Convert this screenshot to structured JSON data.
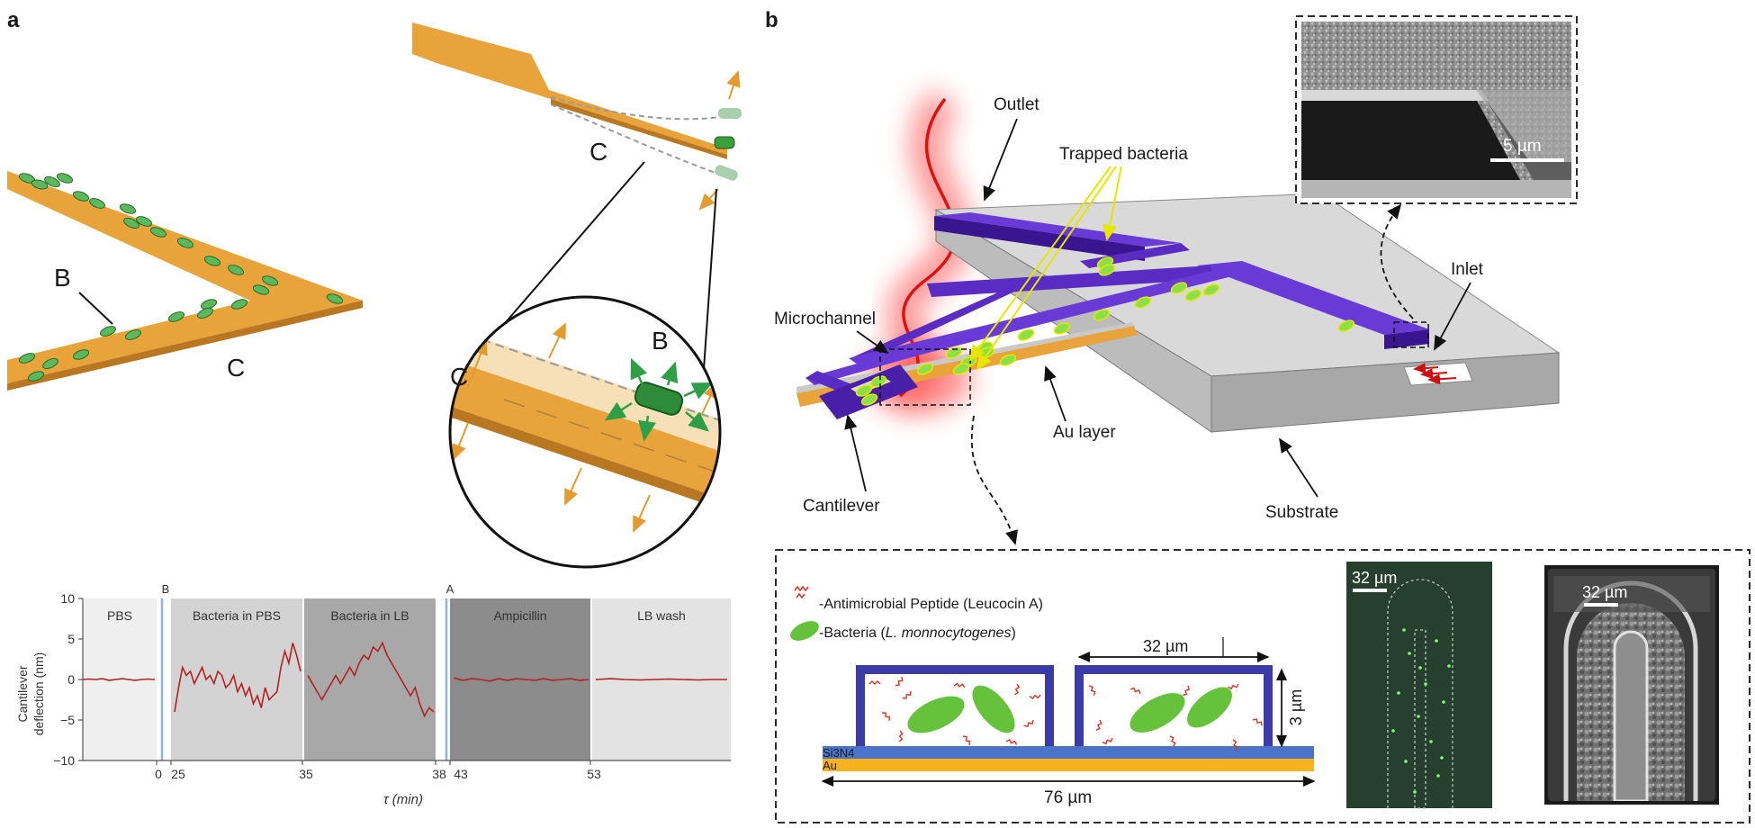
{
  "panel_a": {
    "letter": "a",
    "labels": {
      "B": "B",
      "C": "C"
    },
    "chart_data": {
      "type": "line",
      "xlabel": "τ (min)",
      "ylabel": "Cantilever deflection (nm)",
      "ylabel_line1": "Cantilever",
      "ylabel_line2": "deflection (nm)",
      "ylim": [
        -10,
        10
      ],
      "yticks": [
        "10",
        "5",
        "0",
        "−5",
        "−10"
      ],
      "ytick_values": [
        10,
        5,
        0,
        -5,
        -10
      ],
      "xticks": [
        "0",
        "25",
        "35",
        "38",
        "43",
        "53"
      ],
      "markers": [
        "B",
        "A"
      ],
      "phases": [
        {
          "name": "PBS",
          "color": "#efefef"
        },
        {
          "name": "Bacteria in PBS",
          "color": "#d3d3d3"
        },
        {
          "name": "Bacteria in LB",
          "color": "#a8a8a8"
        },
        {
          "name": "Ampicillin",
          "color": "#8c8c8c"
        },
        {
          "name": "LB wash",
          "color": "#e3e3e3"
        }
      ],
      "series": [
        {
          "color": "#b22222",
          "segments": [
            [
              0,
              0.05,
              0.0,
              0.1,
              -0.1,
              0.0,
              0.1,
              0.0,
              -0.1,
              0.0,
              0.05,
              0.0
            ],
            [
              -4.0,
              -1.0,
              1.5,
              0.5,
              1.0,
              -0.5,
              0.5,
              1.5,
              0.0,
              0.5,
              -0.5,
              1.0,
              0.5,
              -1.0,
              -0.5,
              0.5,
              -1.5,
              -0.5,
              -2.0,
              -1.0,
              -3.0,
              -2.0,
              -3.5,
              -1.0,
              -2.5,
              -2.0,
              -1.5,
              1.5,
              3.5,
              2.0,
              4.5,
              3.0,
              1.0
            ],
            [
              0.5,
              -0.5,
              -1.5,
              -2.5,
              -1.5,
              -0.5,
              0.5,
              -0.5,
              0.5,
              1.5,
              0.5,
              2.0,
              3.0,
              2.5,
              4.0,
              3.5,
              4.5,
              3.0,
              2.0,
              1.0,
              0.0,
              -1.0,
              -2.0,
              -1.0,
              -3.0,
              -4.5,
              -3.5,
              -4.0
            ],
            [
              0.2,
              -0.1,
              0.1,
              0.0,
              -0.2,
              0.1,
              -0.1,
              0.1,
              0.0,
              -0.1,
              0.1,
              -0.1,
              0.0,
              0.1,
              -0.1,
              0.0
            ],
            [
              0.0,
              0.1,
              0.0,
              -0.05,
              0.0,
              0.05,
              0.0,
              -0.05,
              0.0,
              0.0
            ]
          ]
        }
      ]
    }
  },
  "panel_b": {
    "letter": "b",
    "labels": {
      "outlet": "Outlet",
      "trapped_bacteria": "Trapped bacteria",
      "inlet": "Inlet",
      "microchannel": "Microchannel",
      "au_layer": "Au layer",
      "cantilever": "Cantilever",
      "substrate": "Substrate"
    },
    "sem_scale": "5 µm",
    "cross_section": {
      "legend_peptide": "-Antimicrobial Peptide (Leucocin A)",
      "legend_bacteria_prefix": "-Bacteria (",
      "legend_bacteria_species": "L. monnocytogenes",
      "legend_bacteria_suffix": ")",
      "width_label": "32 µm",
      "height_label": "3 µm",
      "total_width_label": "76 µm",
      "si3n4": "Si3N4",
      "au": "Au"
    },
    "fluorescence_scale": "32 µm",
    "optical_scale": "32 µm"
  },
  "colors": {
    "cantilever_orange": "#e8a33a",
    "bacteria_green": "#5cb85c",
    "arrow_orange": "#e39a2e",
    "arrow_green": "#2e9e47",
    "channel_purple": "#4a1fa8",
    "trace_red": "#b22222"
  }
}
